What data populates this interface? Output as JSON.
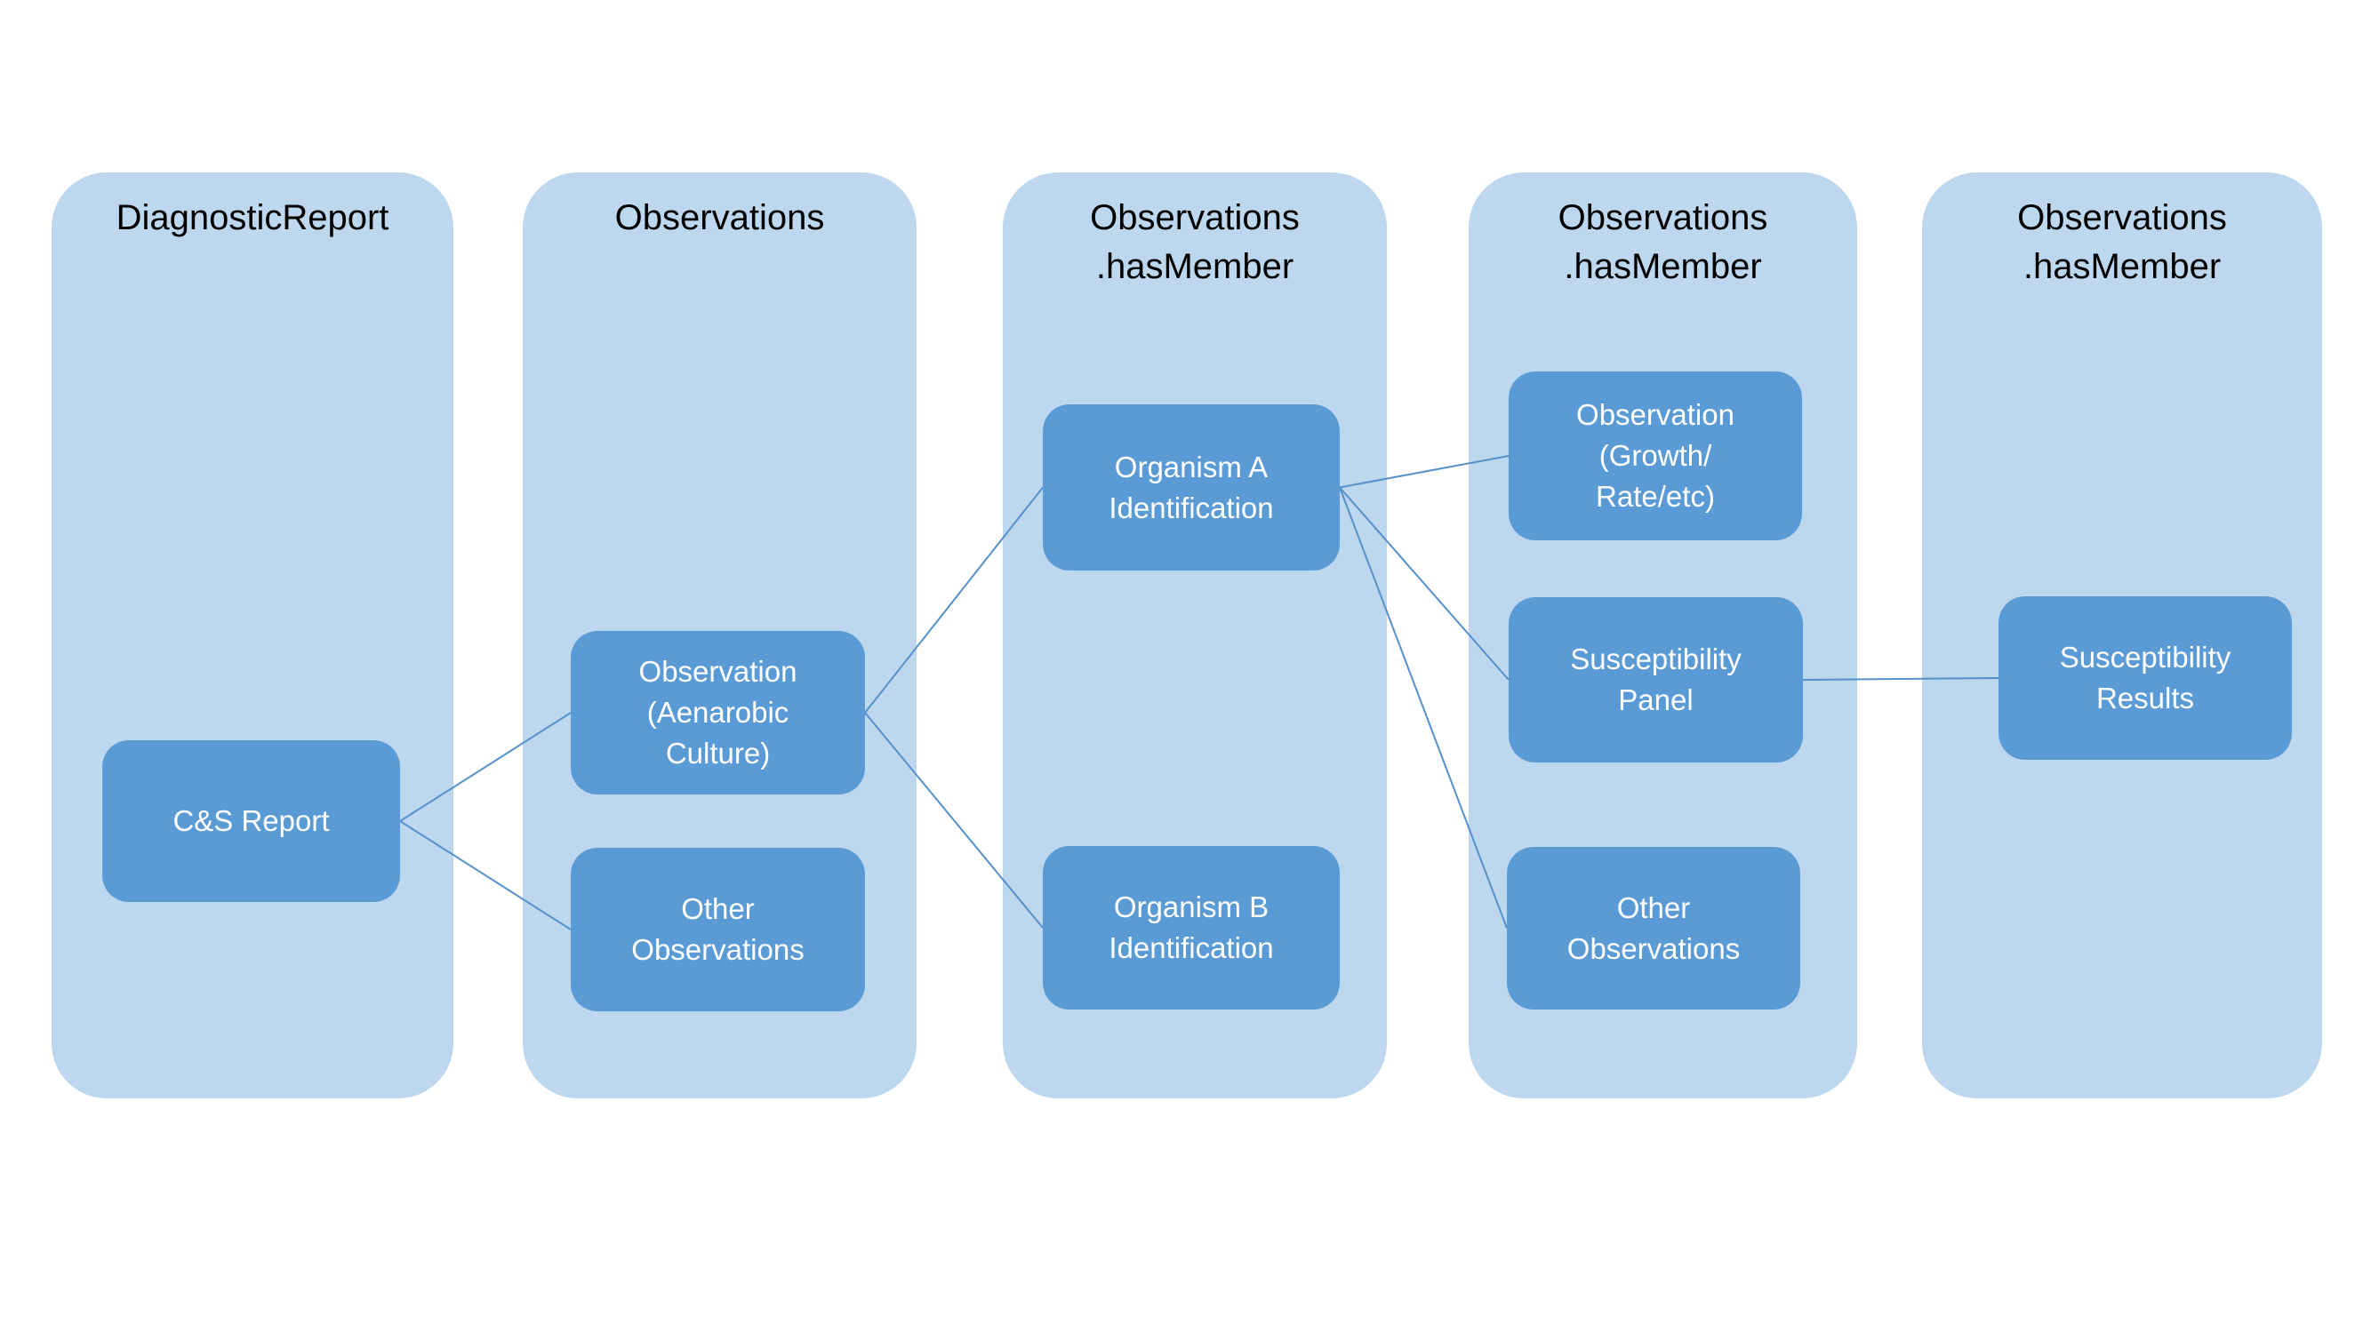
{
  "diagram": {
    "colors": {
      "canvas_bg": "#ffffff",
      "column_bg": "#bdd7ee",
      "node_bg": "#5b9bd5",
      "node_text": "#ffffff",
      "title_text": "#000000",
      "connector": "#5590cb"
    },
    "columns": [
      {
        "id": "diagnostic-report",
        "title": "DiagnosticReport",
        "title_lines": [
          "DiagnosticReport"
        ],
        "nodes": [
          {
            "id": "cs-report",
            "label": "C&S Report",
            "lines": [
              "C&S Report"
            ]
          }
        ]
      },
      {
        "id": "observations",
        "title": "Observations",
        "title_lines": [
          "Observations"
        ],
        "nodes": [
          {
            "id": "obs-aenarobic-culture",
            "label": "Observation (Aenarobic Culture)",
            "lines": [
              "Observation",
              "(Aenarobic",
              "Culture)"
            ]
          },
          {
            "id": "other-observations-a",
            "label": "Other Observations",
            "lines": [
              "Other",
              "Observations"
            ]
          }
        ]
      },
      {
        "id": "observations-hasmember-1",
        "title": "Observations .hasMember",
        "title_lines": [
          "Observations",
          ".hasMember"
        ],
        "nodes": [
          {
            "id": "organism-a-identification",
            "label": "Organism A Identification",
            "lines": [
              "Organism A",
              "Identification"
            ]
          },
          {
            "id": "organism-b-identification",
            "label": "Organism B Identification",
            "lines": [
              "Organism B",
              "Identification"
            ]
          }
        ]
      },
      {
        "id": "observations-hasmember-2",
        "title": "Observations .hasMember",
        "title_lines": [
          "Observations",
          ".hasMember"
        ],
        "nodes": [
          {
            "id": "observation-growth-rate",
            "label": "Observation (Growth/ Rate/etc)",
            "lines": [
              "Observation",
              "(Growth/",
              "Rate/etc)"
            ]
          },
          {
            "id": "susceptibility-panel",
            "label": "Susceptibility Panel",
            "lines": [
              "Susceptibility",
              "Panel"
            ]
          },
          {
            "id": "other-observations-b",
            "label": "Other Observations",
            "lines": [
              "Other",
              "Observations"
            ]
          }
        ]
      },
      {
        "id": "observations-hasmember-3",
        "title": "Observations .hasMember",
        "title_lines": [
          "Observations",
          ".hasMember"
        ],
        "nodes": [
          {
            "id": "susceptibility-results",
            "label": "Susceptibility Results",
            "lines": [
              "Susceptibility",
              "Results"
            ]
          }
        ]
      }
    ],
    "connections": [
      {
        "from": "cs-report",
        "to": "obs-aenarobic-culture"
      },
      {
        "from": "cs-report",
        "to": "other-observations-a"
      },
      {
        "from": "obs-aenarobic-culture",
        "to": "organism-a-identification"
      },
      {
        "from": "obs-aenarobic-culture",
        "to": "organism-b-identification"
      },
      {
        "from": "organism-a-identification",
        "to": "observation-growth-rate"
      },
      {
        "from": "organism-a-identification",
        "to": "susceptibility-panel"
      },
      {
        "from": "organism-a-identification",
        "to": "other-observations-b"
      },
      {
        "from": "susceptibility-panel",
        "to": "susceptibility-results"
      }
    ]
  }
}
